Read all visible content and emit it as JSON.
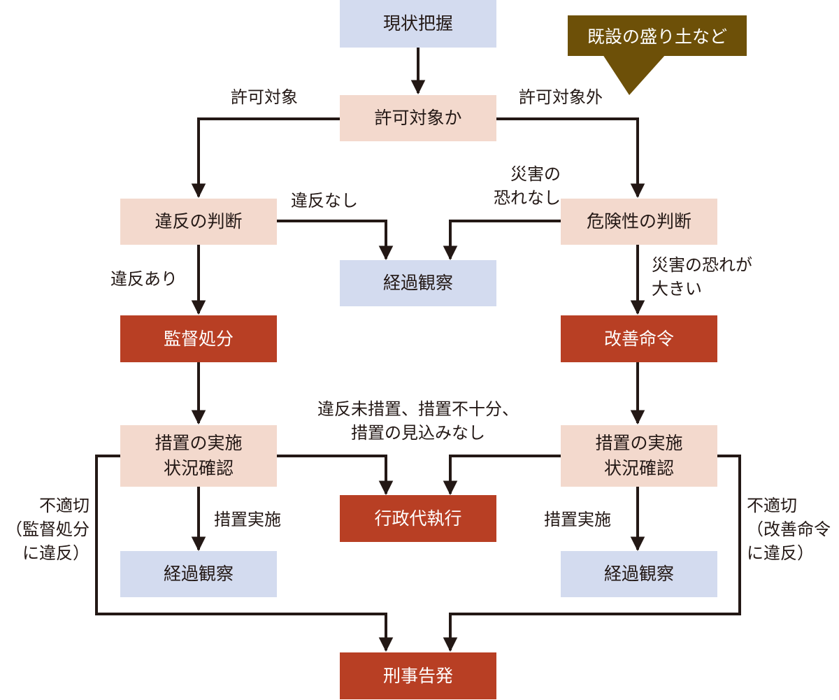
{
  "nodes": {
    "status": "現状把握",
    "permit_check": "許可対象か",
    "violation_judgment": "違反の判断",
    "danger_judgment": "危険性の判断",
    "observe_center": "経過観察",
    "supervisory_action": "監督処分",
    "improvement_order": "改善命令",
    "measures_left": [
      "措置の実施",
      "状況確認"
    ],
    "measures_right": [
      "措置の実施",
      "状況確認"
    ],
    "admin_execution": "行政代執行",
    "observe_left": "経過観察",
    "observe_right": "経過観察",
    "criminal_complaint": "刑事告発"
  },
  "callout": "既設の盛り土など",
  "labels": {
    "permit_target": "許可対象",
    "not_permit_target": "許可対象外",
    "no_violation": "違反なし",
    "no_danger": [
      "災害の",
      "恐れなし"
    ],
    "violation_found": "違反あり",
    "high_danger": [
      "災害の恐れが",
      "大きい"
    ],
    "unaddressed": [
      "違反未措置、措置不十分、",
      "措置の見込みなし"
    ],
    "measures_done_left": "措置実施",
    "measures_done_right": "措置実施",
    "inadequate_left": [
      "不適切",
      "（監督処分",
      "に違反）"
    ],
    "inadequate_right": [
      "不適切",
      "（改善命令",
      "に違反）"
    ]
  },
  "colors": {
    "start_box": "#d3dbef",
    "decision_box": "#f3d9cd",
    "action_box": "#b83f24",
    "callout": "#6d5008",
    "arrow": "#231815"
  }
}
